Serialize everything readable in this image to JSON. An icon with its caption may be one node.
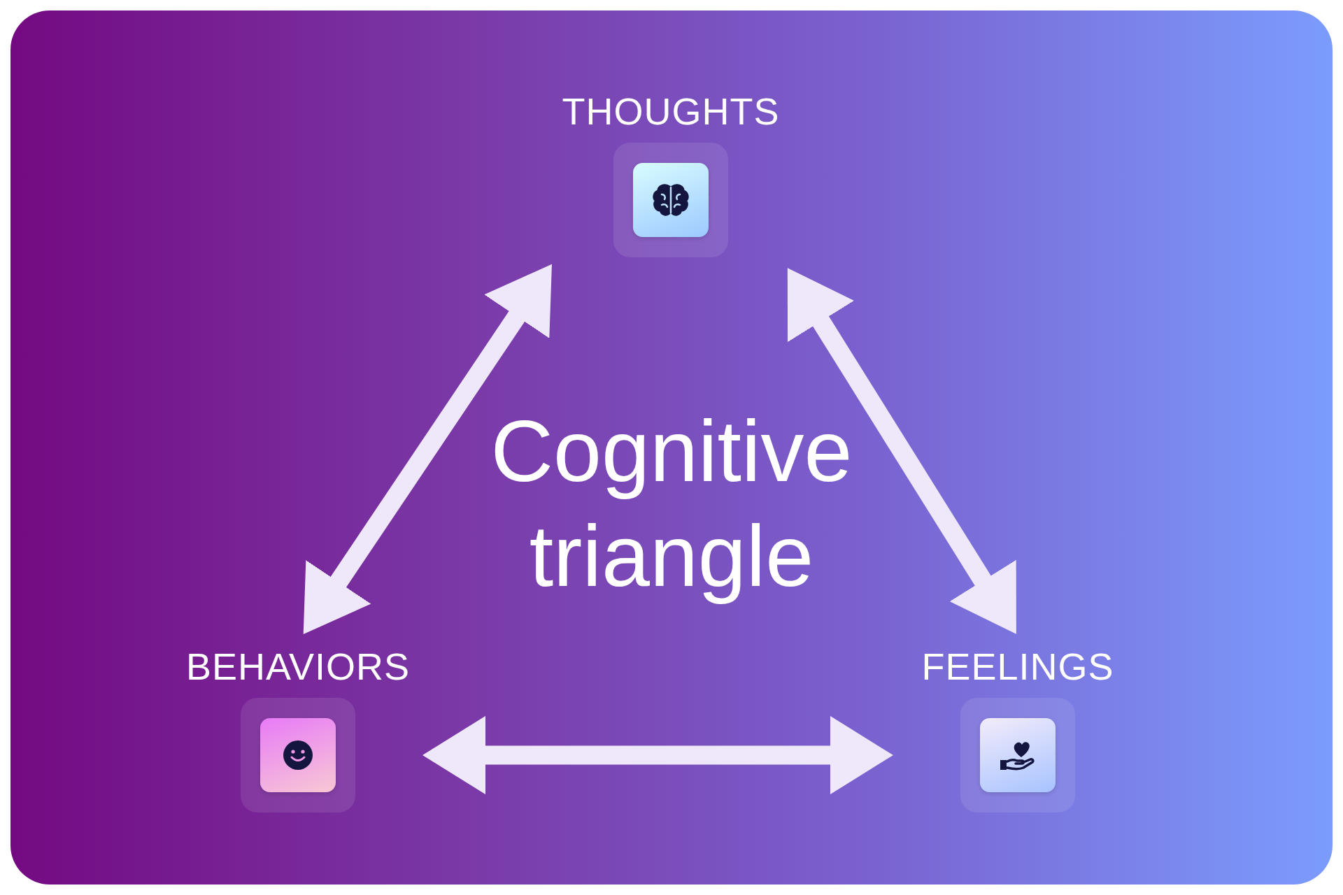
{
  "diagram": {
    "title": "Cognitive triangle",
    "nodes": [
      {
        "text": [
          "THOUGHTS"
        ]
      },
      {
        "text": [
          "BEHAVIORS"
        ]
      },
      {
        "text": [
          "FEELINGS"
        ]
      }
    ],
    "edges": [
      {
        "from": 0,
        "to": 1,
        "arrow": "both"
      },
      {
        "from": 0,
        "to": 2,
        "arrow": "both"
      },
      {
        "from": 1,
        "to": 2,
        "arrow": "both"
      }
    ]
  }
}
